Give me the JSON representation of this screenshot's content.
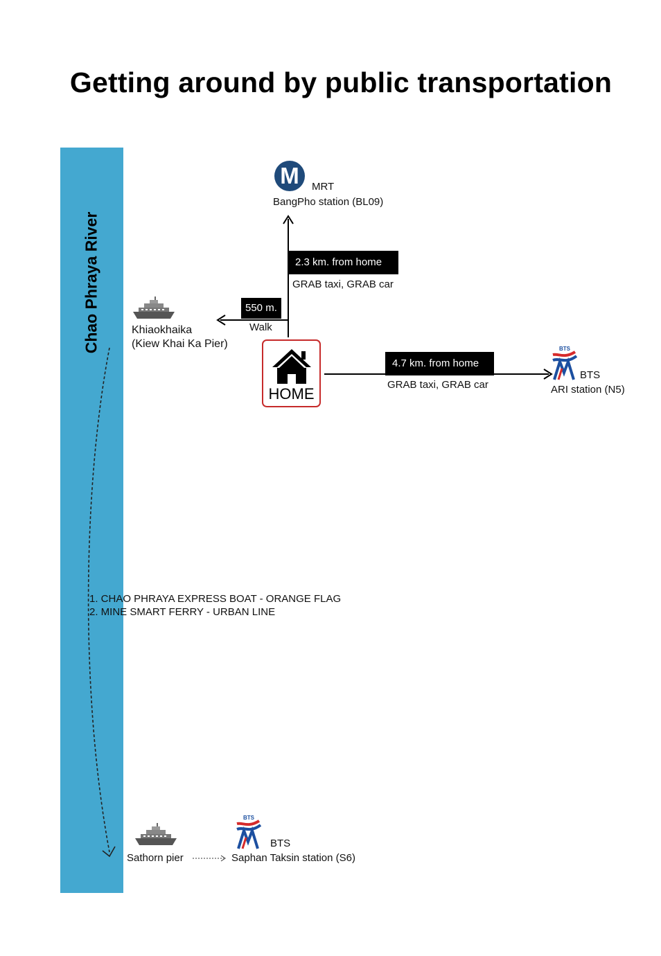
{
  "title": "Getting around by public transportation",
  "river": {
    "label": "Chao Phraya River",
    "color": "#44a8d0"
  },
  "mrt": {
    "logo_letter": "M",
    "name": "MRT",
    "station": "BangPho station (BL09)"
  },
  "to_mrt": {
    "distance": "2.3 km. from home",
    "mode": "GRAB taxi, GRAB car"
  },
  "to_pier": {
    "distance": "550 m.",
    "mode": "Walk"
  },
  "pier": {
    "line1": "Khiaokhaika",
    "line2": "(Kiew Khai Ka Pier)"
  },
  "home": {
    "label": "HOME",
    "border_color": "#c62a2a"
  },
  "to_bts_ari": {
    "distance": "4.7 km. from home",
    "mode": "GRAB taxi, GRAB car"
  },
  "bts_ari": {
    "logo_text": "BTS",
    "name": "BTS",
    "station": "ARI station (N5)"
  },
  "boat_routes": [
    "1. CHAO PHRAYA EXPRESS BOAT - ORANGE FLAG",
    "2. MINE SMART FERRY - URBAN LINE"
  ],
  "sathorn": {
    "label": "Sathorn pier"
  },
  "bts_saphan": {
    "logo_text": "BTS",
    "name": "BTS",
    "station": "Saphan Taksin station (S6)"
  },
  "colors": {
    "mrt_blue": "#1f4a7a",
    "bts_red": "#d62b2b",
    "bts_blue": "#1c4fa0"
  }
}
